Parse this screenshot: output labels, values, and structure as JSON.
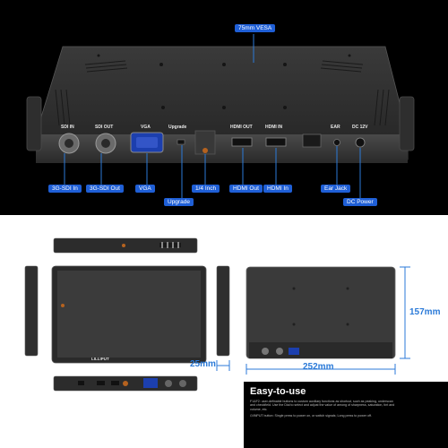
{
  "top_labels": {
    "vesa": "75mm VESA",
    "ports_top": [
      "SDI IN",
      "SDI OUT",
      "VGA",
      "Upgrade",
      "HDMI OUT",
      "HDMI IN",
      "EAR",
      "DC 12V"
    ],
    "tags": [
      "3G-SDI In",
      "3G-SDI Out",
      "VGA",
      "Upgrade",
      "1/4 Inch",
      "HDMI Out",
      "HDMI In",
      "Ear Jack",
      "DC Power"
    ]
  },
  "front_logo": "LILLIPUT",
  "dims": {
    "depth": "25mm",
    "width": "252mm",
    "height": "157mm"
  },
  "easy": {
    "title": "Easy-to-use",
    "line1": "F1&F2: user-definable buttons to custom auxiliary functions as shortcut, such as peaking, underscan and checkfield. Use the Dial to select and adjust the value of among of sharpness, saturation, tint and volume, etc.",
    "line2": "⏻/INPUT button: Single press to power on, or switch signals; Long press to power off."
  },
  "colors": {
    "accent": "#1f5fd6",
    "dim_blue": "#2b7ad8"
  }
}
